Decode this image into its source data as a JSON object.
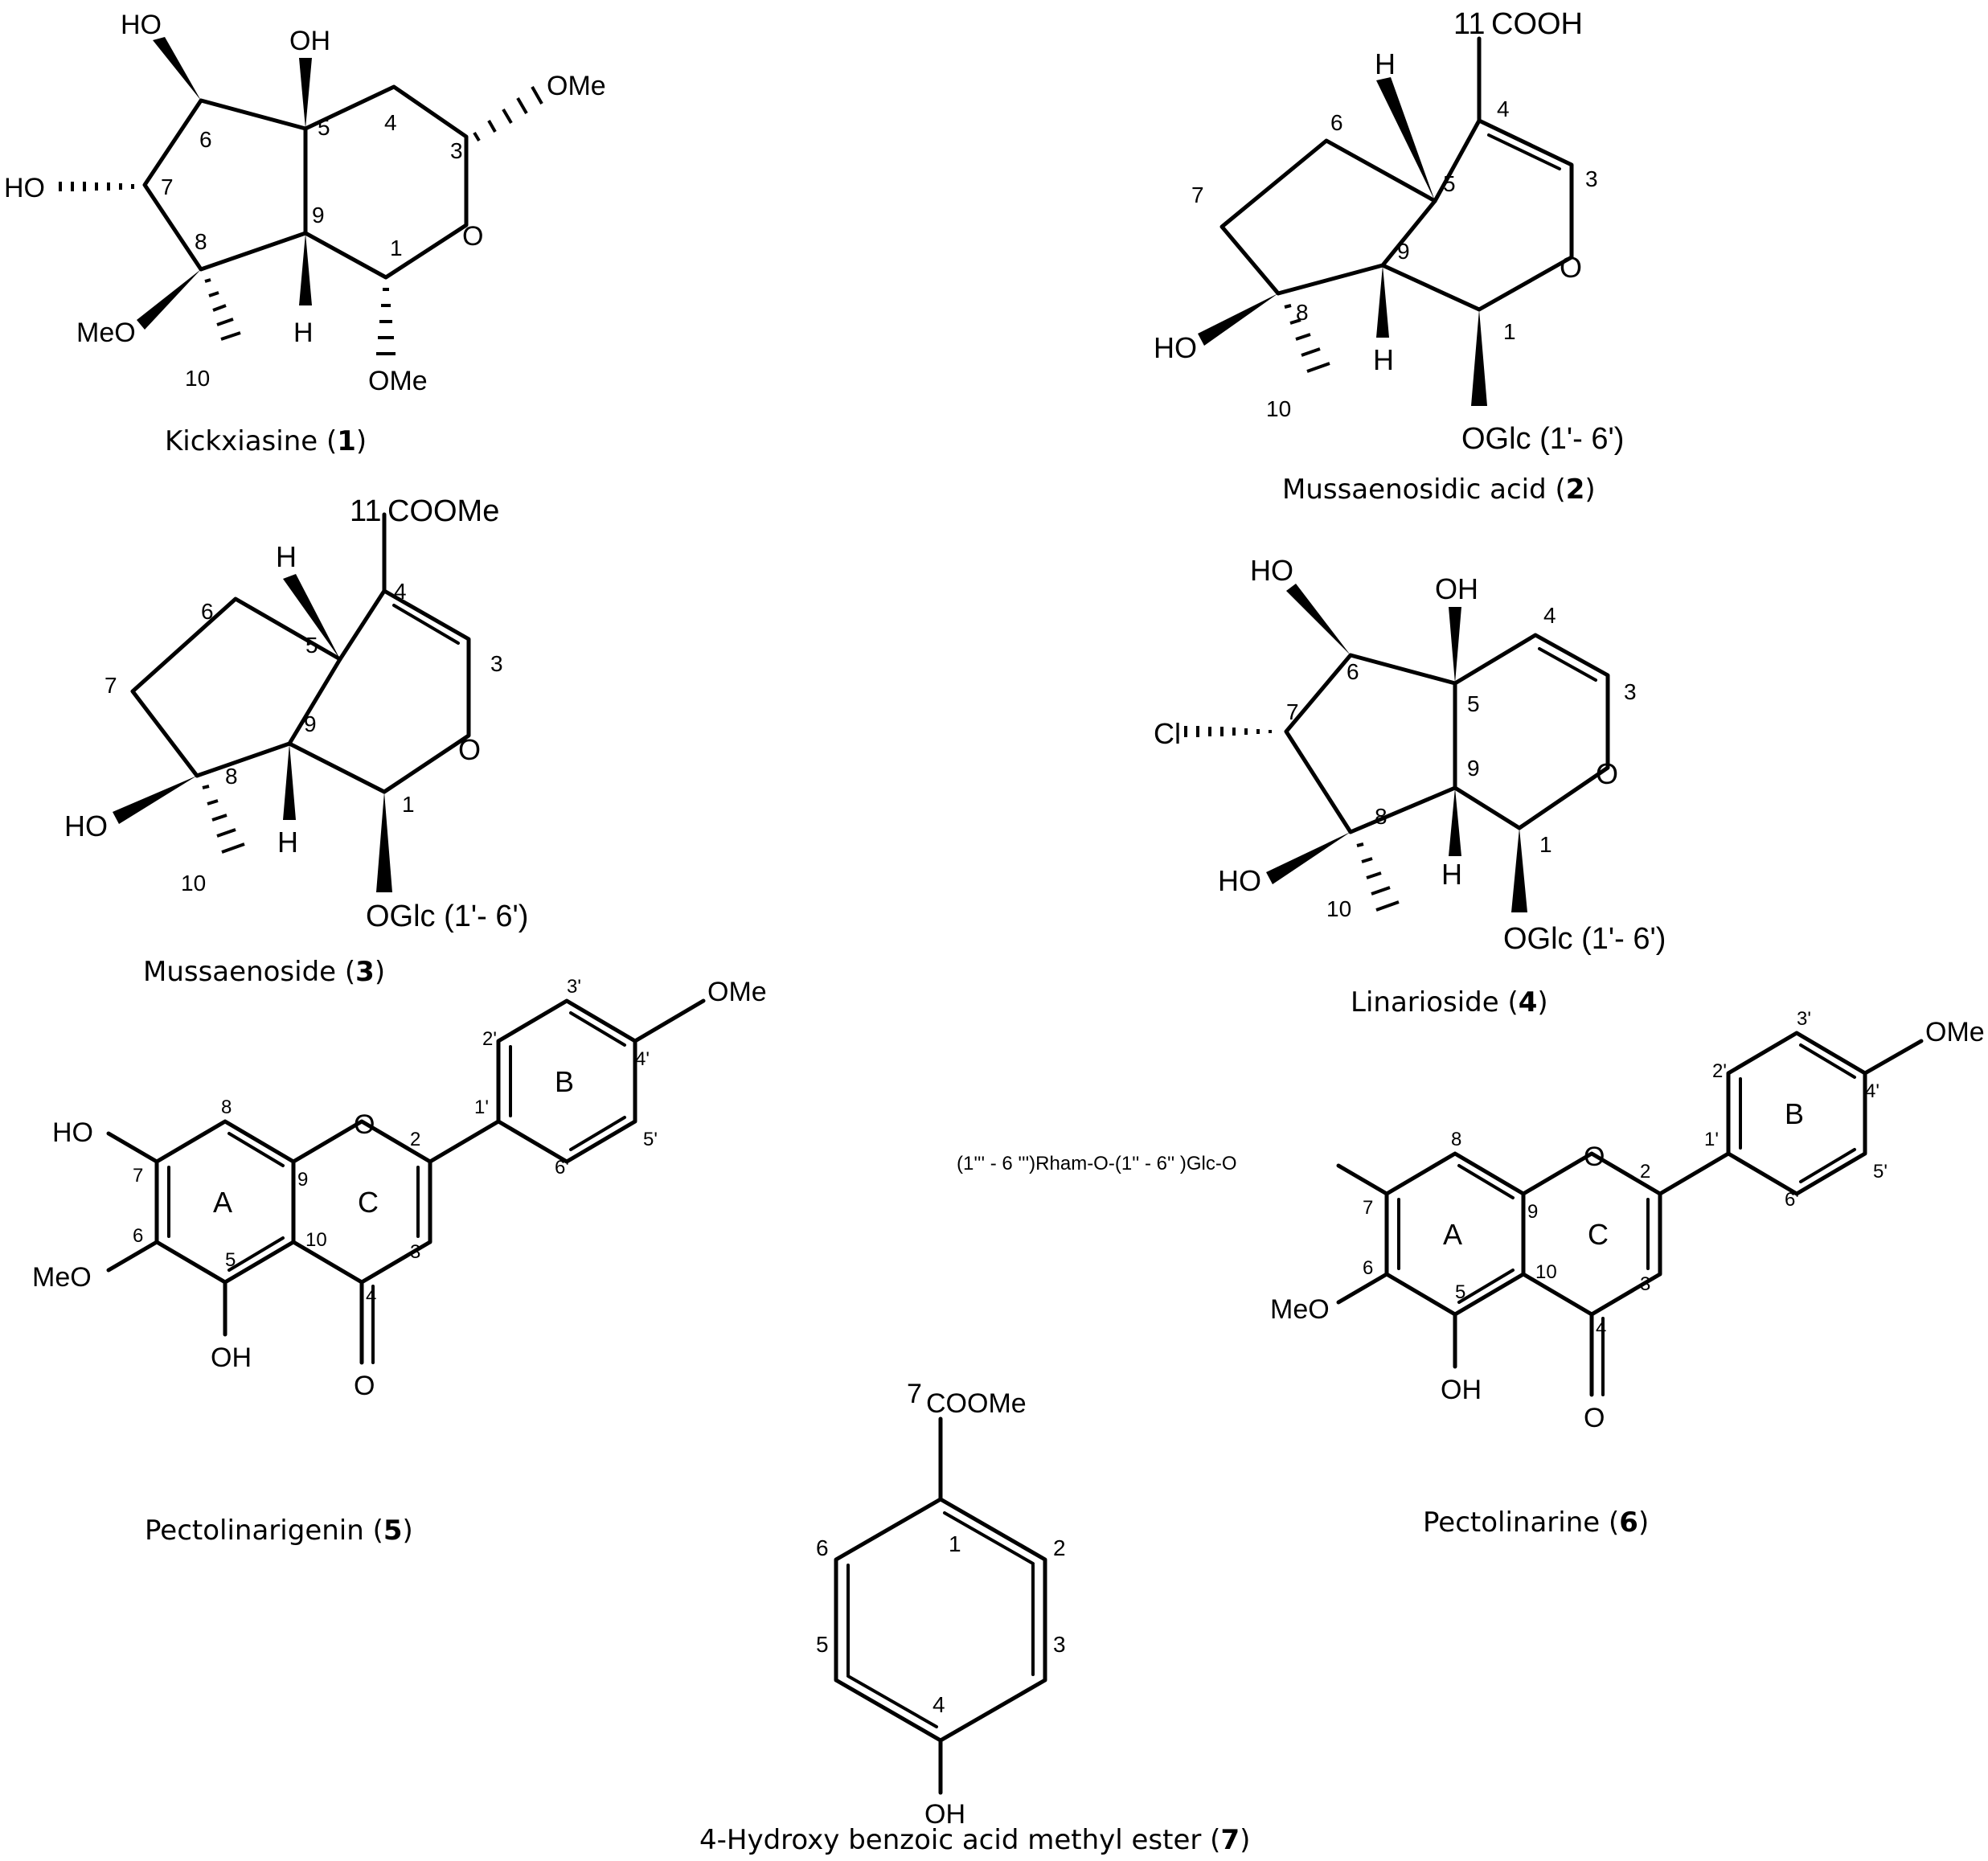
{
  "compounds": [
    {
      "name": "Kickxiasine",
      "number": "1"
    },
    {
      "name": "Mussaenosidic acid",
      "number": "2"
    },
    {
      "name": "Mussaenoside",
      "number": "3"
    },
    {
      "name": "Linarioside",
      "number": "4"
    },
    {
      "name": "Pectolinarigenin",
      "number": "5"
    },
    {
      "name": "Pectolinarine",
      "number": "6"
    },
    {
      "name": "4-Hydroxy benzoic acid methyl ester",
      "number": "7"
    }
  ],
  "labels": {
    "ho": "HO",
    "oh": "OH",
    "ome": "OMe",
    "meo": "MeO",
    "o": "O",
    "h": "H",
    "cl": "Cl",
    "cooh": "COOH",
    "coome": "COOMe",
    "oglc": "OGlc (1'- 6')",
    "sugar_chain": "(1''' - 6 ''')Rham-O-(1'' - 6'' )Glc-O",
    "ring_a": "A",
    "ring_b": "B",
    "ring_c": "C"
  }
}
